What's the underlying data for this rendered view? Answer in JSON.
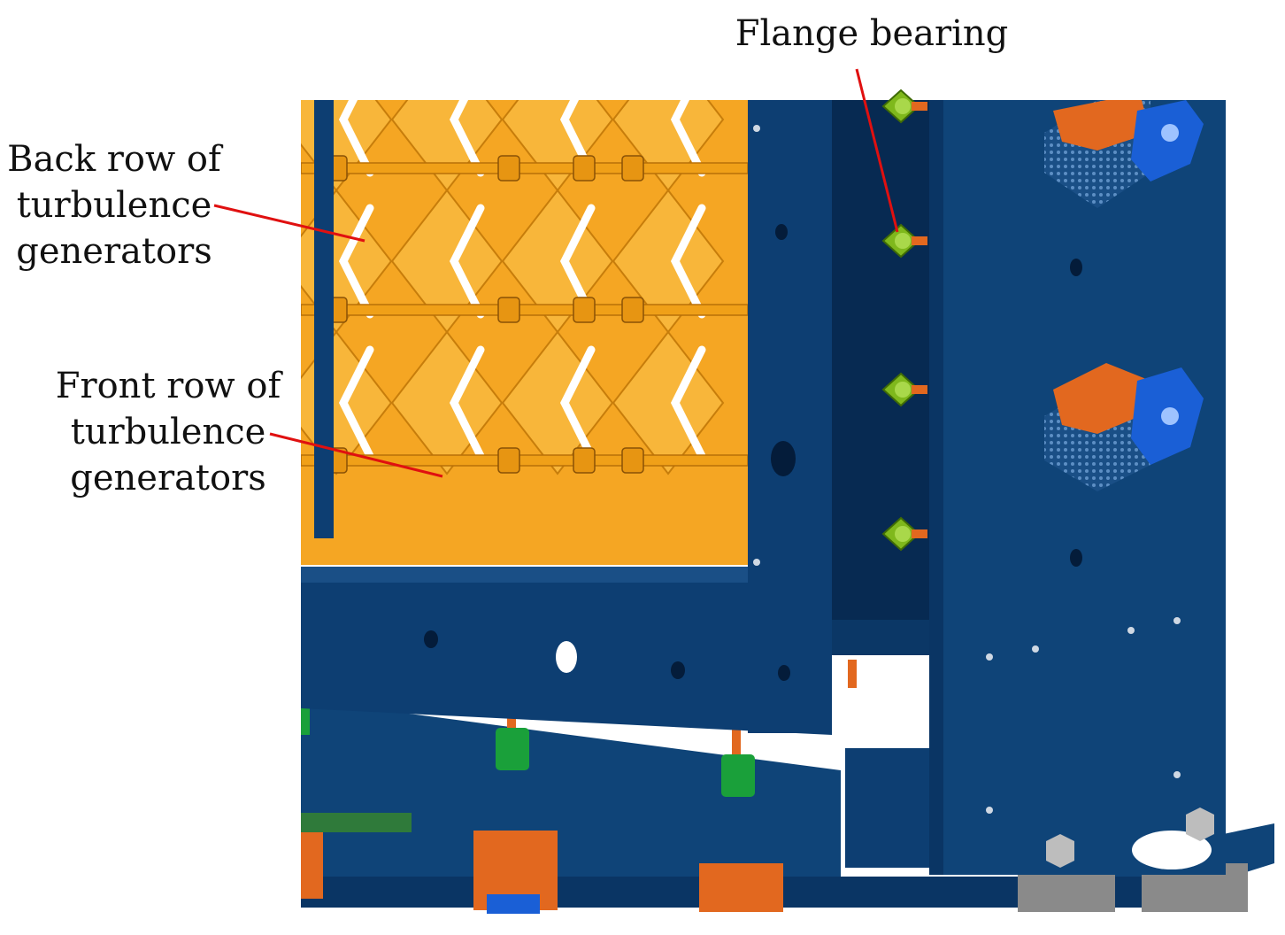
{
  "labels": {
    "flange_bearing": "Flange bearing",
    "back_row": [
      "Back row of",
      "turbulence",
      "generators"
    ],
    "front_row": [
      "Front row of",
      "turbulence",
      "generators"
    ]
  },
  "colors": {
    "frame_blue": "#0d3e72",
    "frame_blue_dark": "#082c55",
    "generator_orange": "#f5a623",
    "motor_orange": "#e2681f",
    "bearing_green": "#7fb81c",
    "coupling_green": "#1aa03a",
    "leader_red": "#e01010",
    "encoder_blue": "#1a5fd6"
  }
}
